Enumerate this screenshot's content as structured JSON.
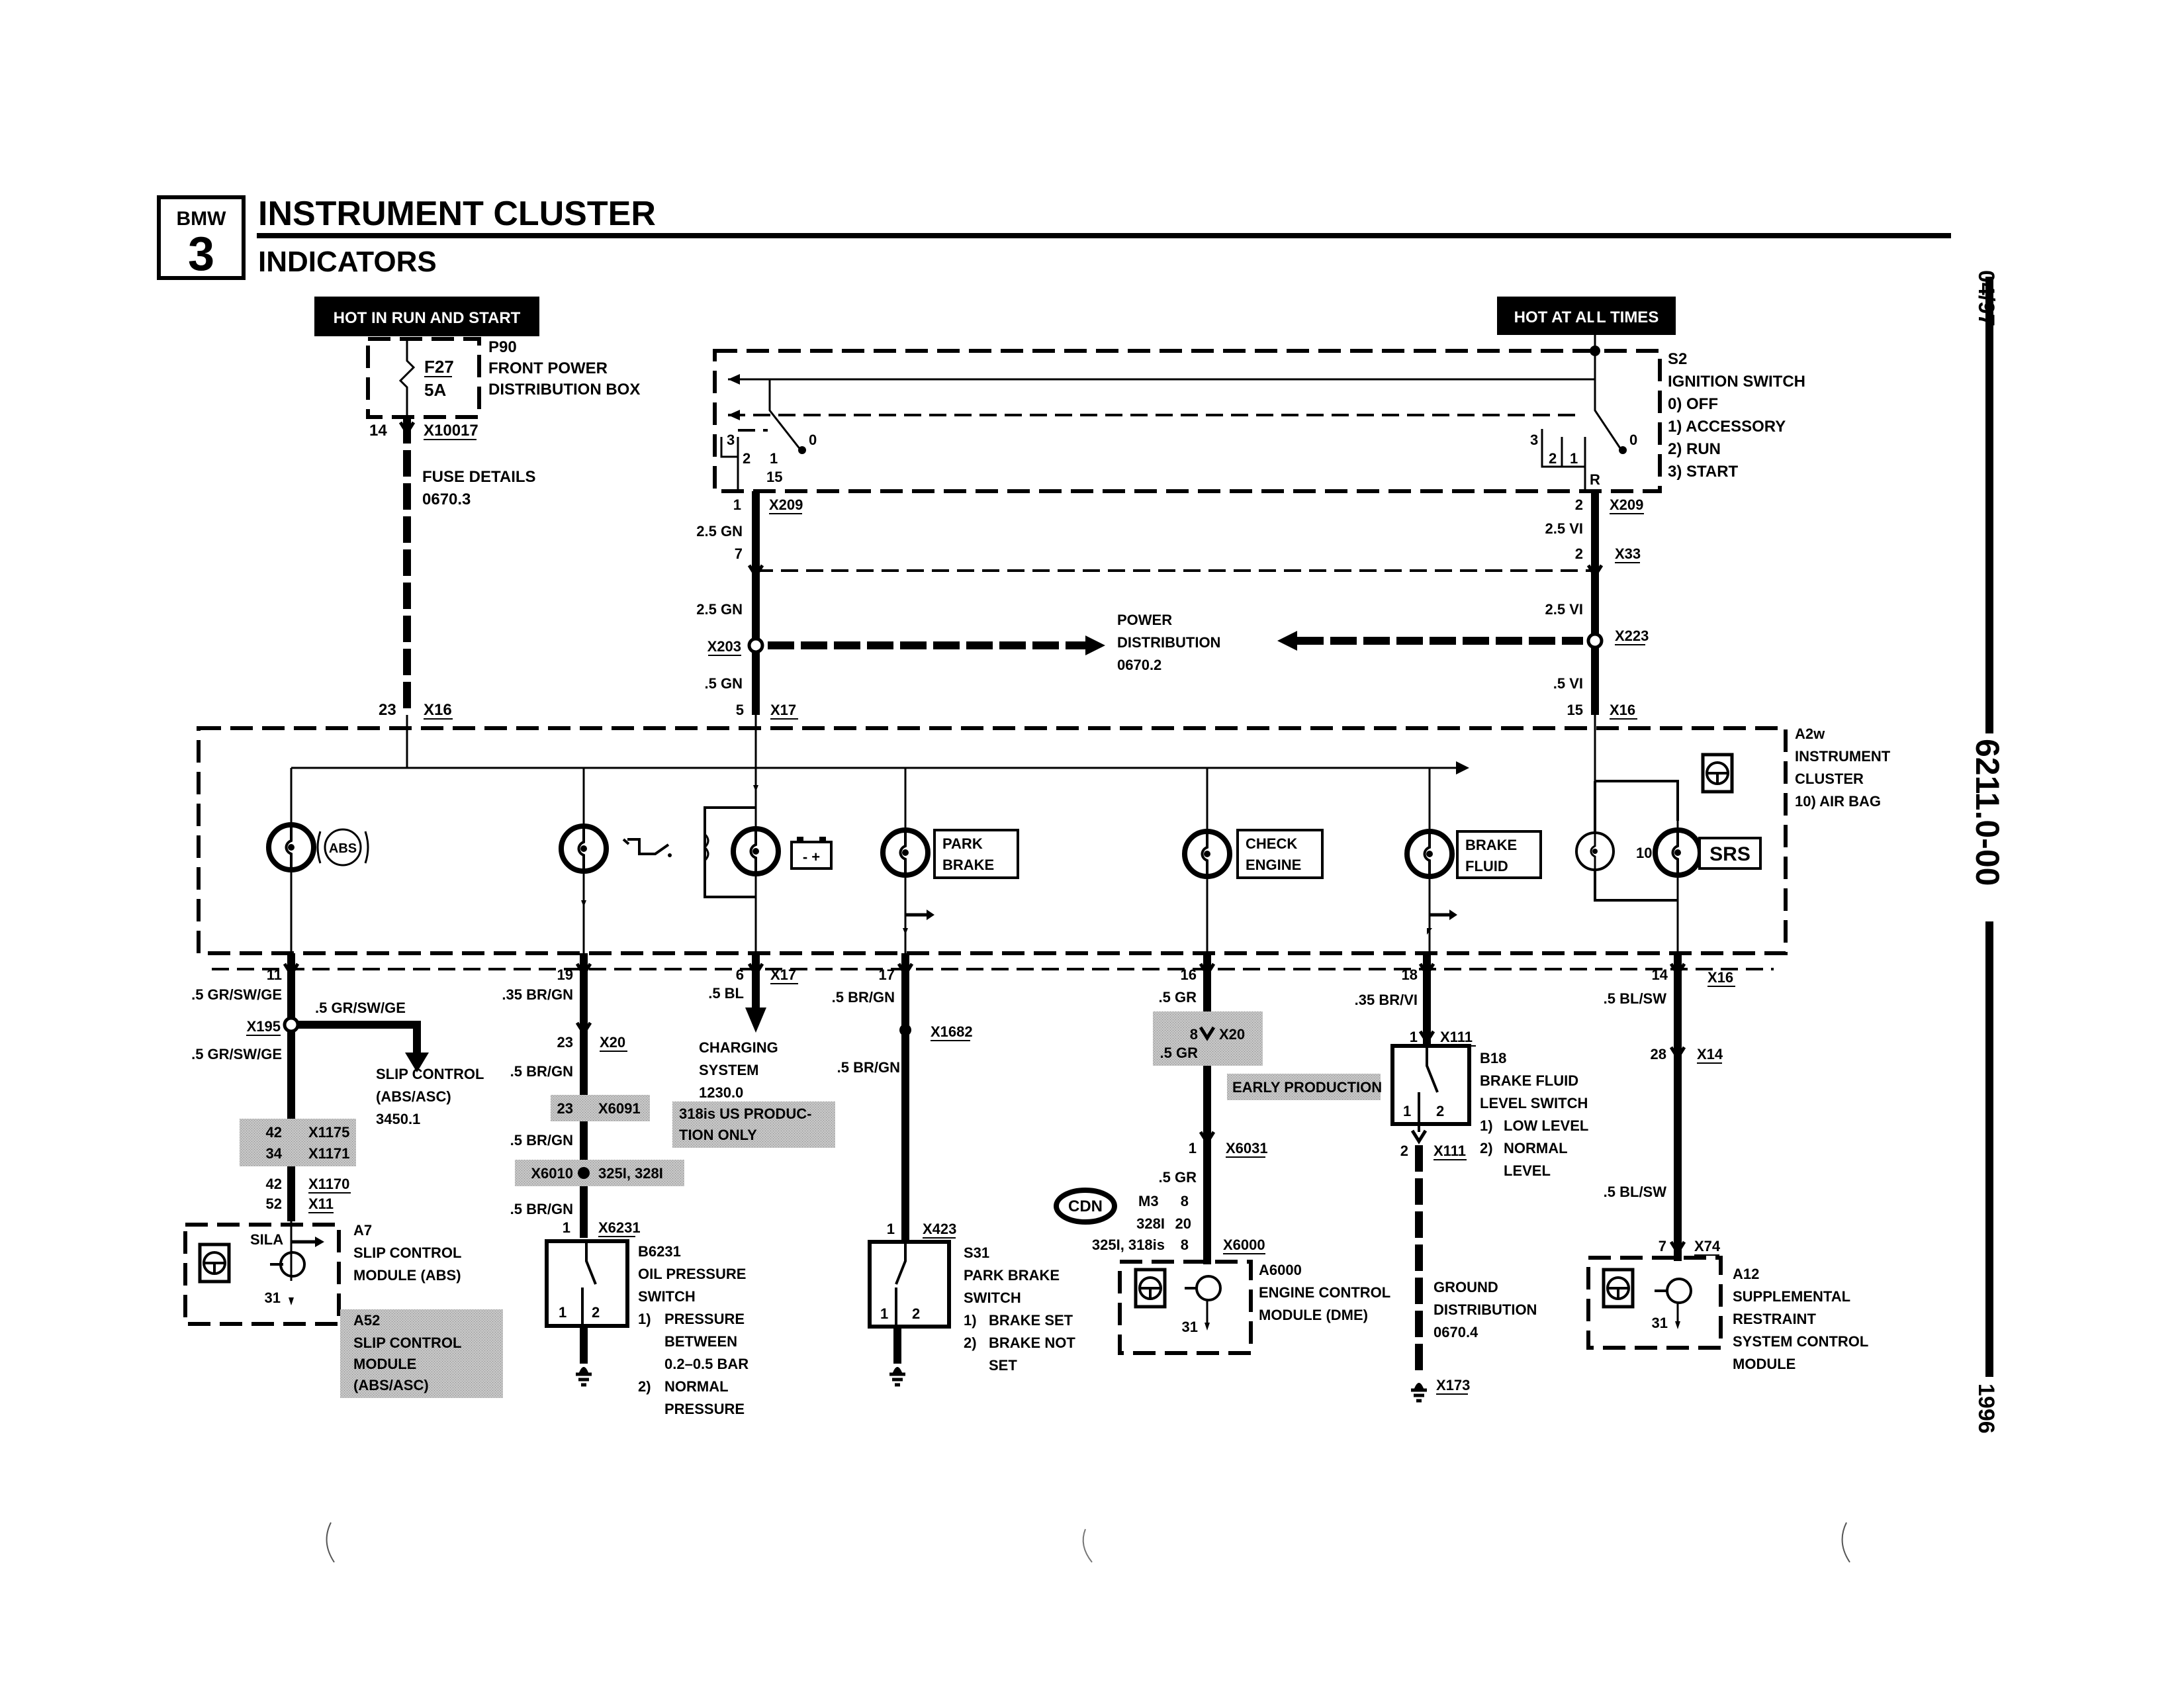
{
  "header": {
    "brand_top": "BMW",
    "brand_model": "3",
    "title": "INSTRUMENT CLUSTER",
    "subtitle": "INDICATORS"
  },
  "side_strip": {
    "date": "04/97",
    "section": "6211.0-00",
    "year": "1996"
  },
  "power_labels": {
    "left": "HOT IN RUN AND START",
    "right": "HOT AT ALL TIMES"
  },
  "fuse_box": {
    "ref": "P90",
    "name_line1": "FRONT POWER",
    "name_line2": "DISTRIBUTION BOX",
    "fuse": "F27",
    "rating": "5A",
    "pin": "14",
    "connector": "X10017",
    "details_line1": "FUSE DETAILS",
    "details_line2": "0670.3"
  },
  "ignition_switch": {
    "ref": "S2",
    "name": "IGNITION SWITCH",
    "positions": [
      "0)  OFF",
      "1)  ACCESSORY",
      "2)  RUN",
      "3)  START"
    ],
    "left_contacts": {
      "p3": "3",
      "p2": "2",
      "p1": "1",
      "p0": "0",
      "terminal": "15"
    },
    "right_contacts": {
      "p3": "3",
      "p2": "2",
      "p1": "1",
      "p0": "0",
      "terminal": "R"
    }
  },
  "left_feed": {
    "pin_x209": "1",
    "x209": "X209",
    "wire1": "2.5 GN",
    "pin7": "7",
    "wire2": "2.5 GN",
    "x203": "X203",
    "wire3": ".5 GN",
    "pin5": "5",
    "x17": "X17"
  },
  "right_feed": {
    "pin_x209": "2",
    "x209": "X209",
    "wire1": "2.5 VI",
    "pin_x33": "2",
    "x33": "X33",
    "wire2": "2.5 VI",
    "x223": "X223",
    "wire3": ".5 VI",
    "pin15": "15",
    "x16": "X16"
  },
  "power_distribution": {
    "line1": "POWER",
    "line2": "DISTRIBUTION",
    "line3": "0670.2"
  },
  "fuse_feed": {
    "pin": "23",
    "connector": "X16"
  },
  "cluster": {
    "ref": "A2w",
    "name_line1": "INSTRUMENT",
    "name_line2": "CLUSTER",
    "note": "10) AIR BAG",
    "indicators": [
      {
        "name": "ABS",
        "symbol": "abs"
      },
      {
        "name": "OIL PRESSURE",
        "symbol": "oil-can"
      },
      {
        "name": "CHARGE",
        "symbol": "battery",
        "battery_text": "- +"
      },
      {
        "name": "PARK BRAKE",
        "line1": "PARK",
        "line2": "BRAKE"
      },
      {
        "name": "CHECK ENGINE",
        "line1": "CHECK",
        "line2": "ENGINE"
      },
      {
        "name": "BRAKE FLUID",
        "line1": "BRAKE",
        "line2": "FLUID"
      },
      {
        "name": "SRS",
        "label": "SRS",
        "pin": "10"
      }
    ]
  },
  "circuits": {
    "abs": {
      "pin": "11",
      "wire": ".5 GR/SW/GE",
      "x195": "X195",
      "branch_wire": ".5 GR/SW/GE",
      "wire2": ".5 GR/SW/GE",
      "slip_line1": "SLIP CONTROL",
      "slip_line2": "(ABS/ASC)",
      "slip_line3": "3450.1",
      "shaded_pins": [
        "42",
        "34"
      ],
      "shaded_conns": [
        "X1175",
        "X1171"
      ],
      "pin42": "42",
      "x1170": "X1170",
      "pin52": "52",
      "x11": "X11",
      "module_ref": "A7",
      "module_line1": "SLIP CONTROL",
      "module_line2": "MODULE (ABS)",
      "sila": "SILA",
      "ground_pin": "31",
      "alt_ref": "A52",
      "alt_line1": "SLIP CONTROL",
      "alt_line2": "MODULE",
      "alt_line3": "(ABS/ASC)"
    },
    "oil": {
      "pin": "19",
      "wire": ".35 BR/GN",
      "pin23": "23",
      "x20": "X20",
      "wire2": ".5 BR/GN",
      "shaded_pin": "23",
      "shaded_conn": "X6091",
      "wire3": ".5 BR/GN",
      "x6010": "X6010",
      "x6010_note": "325I, 328I",
      "wire4": ".5 BR/GN",
      "pin1": "1",
      "x6231": "X6231",
      "ref": "B6231",
      "line1": "OIL PRESSURE",
      "line2": "SWITCH",
      "state1a": "1)",
      "state1b": "PRESSURE",
      "state1c": "BETWEEN",
      "state1d": "0.2–0.5 BAR",
      "state2a": "2)",
      "state2b": "NORMAL",
      "state2c": "PRESSURE",
      "sw_pin1": "1",
      "sw_pin2": "2"
    },
    "charge": {
      "pin": "6",
      "wire": ".5 BL",
      "x17": "X17",
      "line1": "CHARGING",
      "line2": "SYSTEM",
      "line3": "1230.0",
      "note_line1": "318is US PRODUC-",
      "note_line2": "TION ONLY"
    },
    "park": {
      "pin": "17",
      "wire": ".5 BR/GN",
      "x1682": "X1682",
      "wire2": ".5 BR/GN",
      "pin1": "1",
      "x423": "X423",
      "ref": "S31",
      "line1": "PARK BRAKE",
      "line2": "SWITCH",
      "state1": "1)",
      "state1t": "BRAKE SET",
      "state2": "2)",
      "state2t": "BRAKE NOT",
      "state2t2": "SET",
      "sw_pin1": "1",
      "sw_pin2": "2"
    },
    "engine": {
      "pin": "16",
      "wire": ".5 GR",
      "shaded_pin": "8",
      "x20": "X20",
      "shaded_wire": ".5 GR",
      "early": "EARLY PRODUCTION",
      "pin1": "1",
      "x6031": "X6031",
      "wire2": ".5 GR",
      "cdn": "CDN",
      "variants": [
        {
          "model": "M3",
          "pin": "8"
        },
        {
          "model": "328I",
          "pin": "20"
        },
        {
          "model": "325I, 318is",
          "pin": "8"
        }
      ],
      "x6000": "X6000",
      "ref": "A6000",
      "line1": "ENGINE CONTROL",
      "line2": "MODULE (DME)",
      "ground_pin": "31"
    },
    "brake_fluid": {
      "pin": "18",
      "wire": ".35 BR/VI",
      "pin1": "1",
      "x111": "X111",
      "ref": "B18",
      "line1": "BRAKE FLUID",
      "line2": "LEVEL SWITCH",
      "state1": "1)",
      "state1t": "LOW LEVEL",
      "state2": "2)",
      "state2t": "NORMAL",
      "state2t2": "LEVEL",
      "sw_pin1": "1",
      "sw_pin2": "2",
      "pin2": "2",
      "x111b": "X111",
      "gnd_line1": "GROUND",
      "gnd_line2": "DISTRIBUTION",
      "gnd_line3": "0670.4",
      "x173": "X173"
    },
    "srs": {
      "pin": "14",
      "x16": "X16",
      "wire": ".5 BL/SW",
      "pin28": "28",
      "x14": "X14",
      "wire2": ".5 BL/SW",
      "pin7": "7",
      "x74": "X74",
      "ref": "A12",
      "line1": "SUPPLEMENTAL",
      "line2": "RESTRAINT",
      "line3": "SYSTEM CONTROL",
      "line4": "MODULE",
      "ground_pin": "31"
    }
  }
}
